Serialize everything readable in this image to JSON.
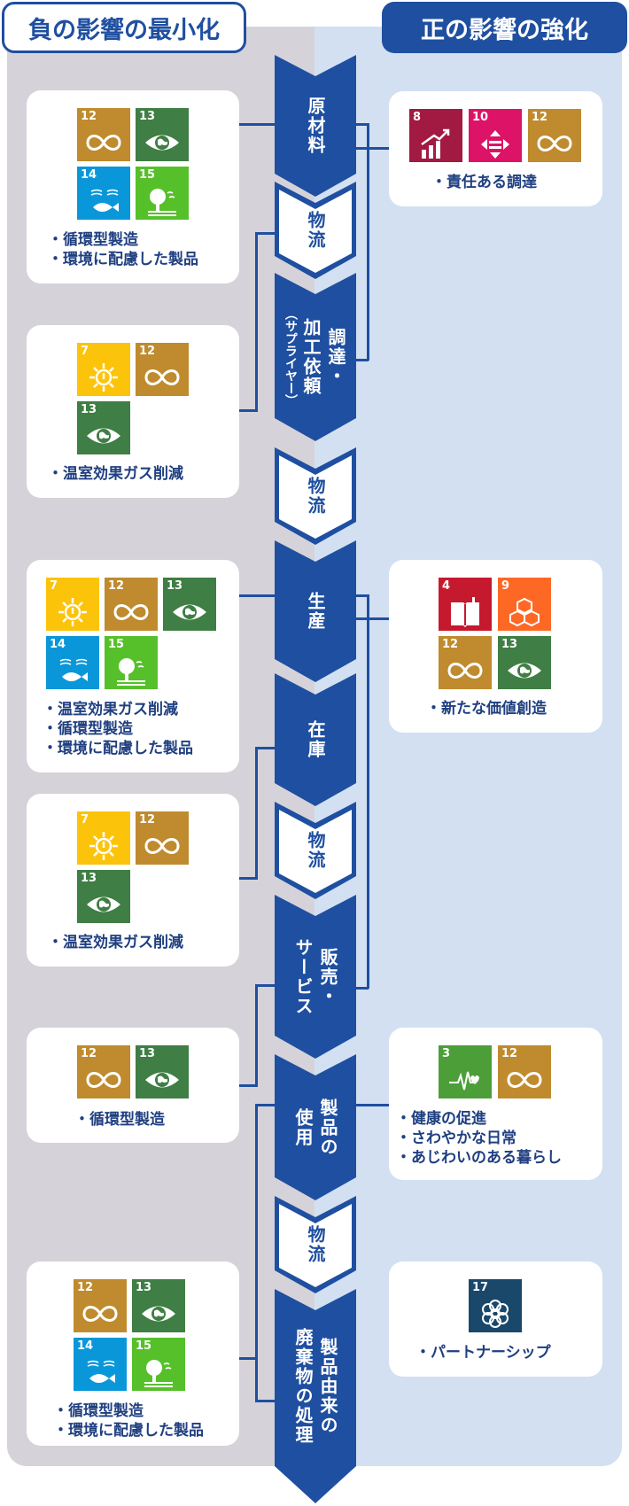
{
  "headers": {
    "negative": "負の影響の最小化",
    "positive": "正の影響の強化"
  },
  "stages": {
    "s1": "原材料",
    "s2": "物流",
    "s3_main": "調達・",
    "s3_sub": "加工依頼",
    "s3_paren": "（サプライヤー）",
    "s4": "物流",
    "s5": "生産",
    "s6": "在庫",
    "s7": "物流",
    "s8_a": "販売・",
    "s8_b": "サービス",
    "s9_a": "製品の",
    "s9_b": "使用",
    "s10": "物流",
    "s11_a": "製品由来の",
    "s11_b": "廃棄物の処理"
  },
  "sdg_colors": {
    "3": "#4c9f38",
    "4": "#c5192d",
    "7": "#fcc30b",
    "8": "#a21942",
    "9": "#fd6925",
    "10": "#dd1367",
    "12": "#bf8b2e",
    "13": "#3f7e44",
    "14": "#0a97d9",
    "15": "#56c02b",
    "17": "#19486a"
  },
  "sdg_icon_names": {
    "3": "heartbeat-icon",
    "4": "book-icon",
    "7": "sun-icon",
    "8": "growth-chart-icon",
    "9": "cubes-icon",
    "10": "equality-icon",
    "12": "infinity-icon",
    "13": "eye-globe-icon",
    "14": "fish-icon",
    "15": "tree-icon",
    "17": "flower-icon"
  },
  "negative_cards": [
    {
      "bullets": [
        "・循環型製造",
        "・環境に配慮した製品"
      ]
    },
    {
      "bullets": [
        "・温室効果ガス削減"
      ]
    },
    {
      "bullets": [
        "・温室効果ガス削減",
        "・循環型製造",
        "・環境に配慮した製品"
      ]
    },
    {
      "bullets": [
        "・温室効果ガス削減"
      ]
    },
    {
      "bullets": [
        "・循環型製造"
      ]
    },
    {
      "bullets": [
        "・循環型製造",
        "・環境に配慮した製品"
      ]
    }
  ],
  "positive_cards": [
    {
      "bullets": [
        "・責任ある調達"
      ]
    },
    {
      "bullets": [
        "・新たな価値創造"
      ]
    },
    {
      "bullets": [
        "・健康の促進",
        "・さわやかな日常",
        "・あじわいのある暮らし"
      ]
    },
    {
      "bullets": [
        "・パートナーシップ"
      ]
    }
  ],
  "sdg_numbers": {
    "n3": "3",
    "n4": "4",
    "n7": "7",
    "n8": "8",
    "n9": "9",
    "n10": "10",
    "n12": "12",
    "n13": "13",
    "n14": "14",
    "n15": "15",
    "n17": "17"
  }
}
